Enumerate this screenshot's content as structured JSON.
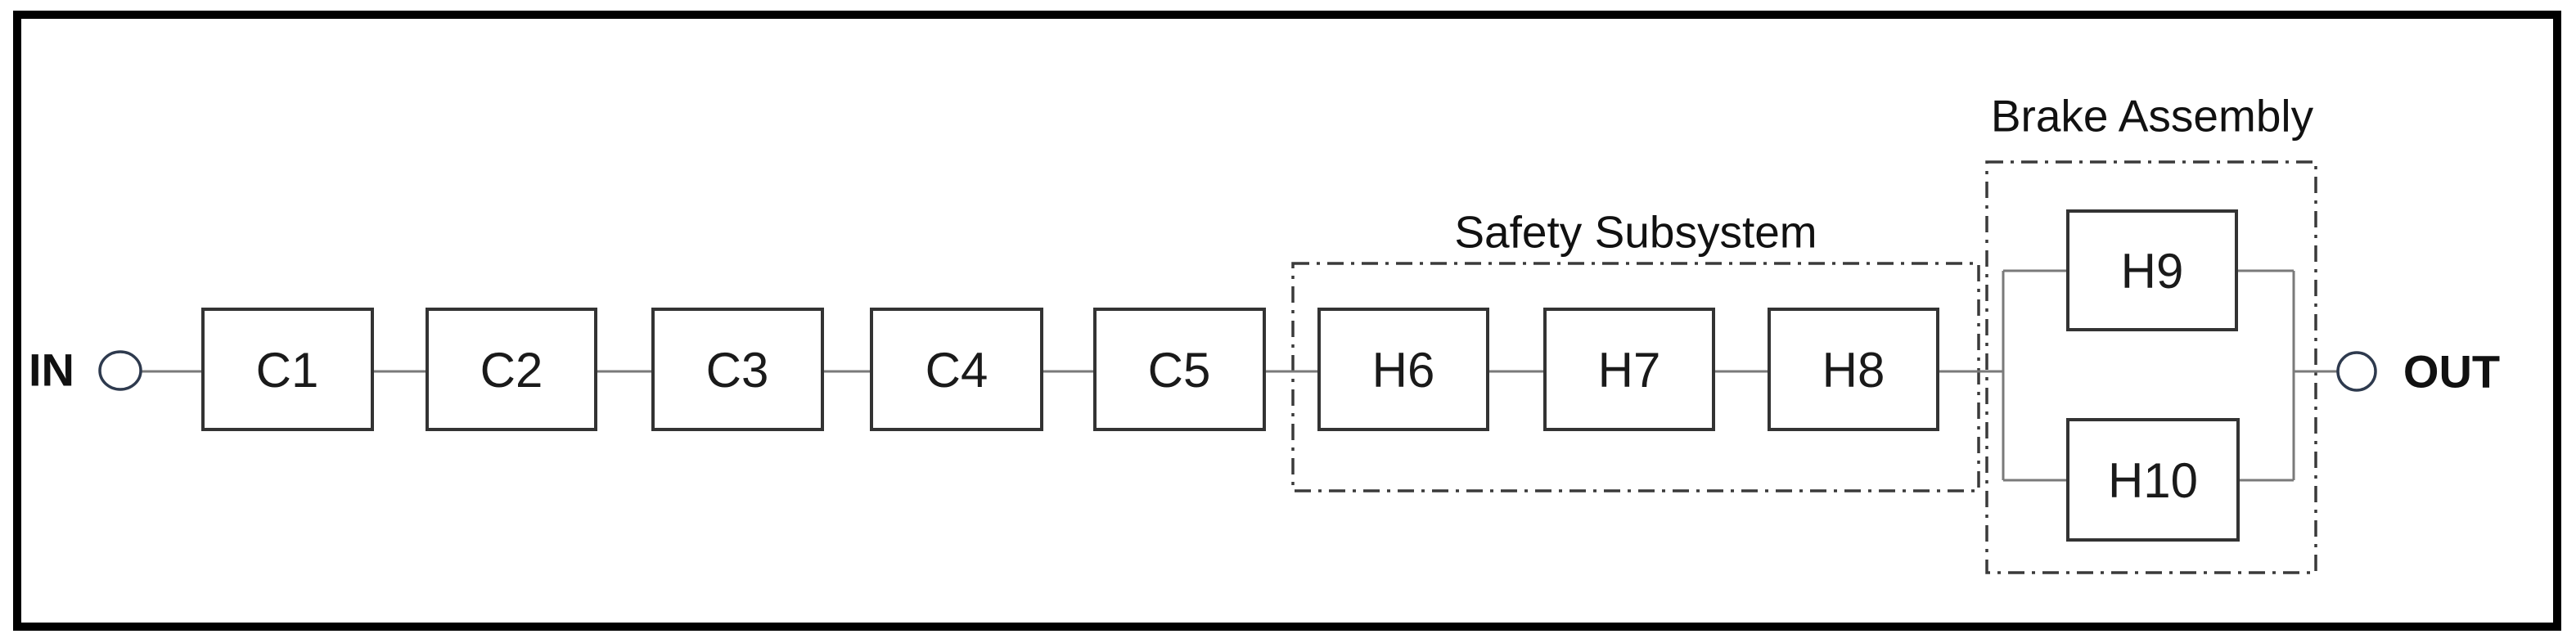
{
  "diagram": {
    "type": "reliability-block-diagram",
    "flow": "IN -> C1 -> C2 -> C3 -> C4 -> C5 -> Safety Subsystem (H6 -> H7 -> H8 in series) -> Brake Assembly (H9 parallel with H10) -> OUT",
    "labels": {
      "in": "IN",
      "out": "OUT",
      "c1": "C1",
      "c2": "C2",
      "c3": "C3",
      "c4": "C4",
      "c5": "C5",
      "h6": "H6",
      "h7": "H7",
      "h8": "H8",
      "h9": "H9",
      "h10": "H10"
    },
    "groups": {
      "safety": {
        "title": "Safety Subsystem",
        "members": [
          "H6",
          "H7",
          "H8"
        ],
        "arrangement": "series"
      },
      "brake": {
        "title": "Brake Assembly",
        "members": [
          "H9",
          "H10"
        ],
        "arrangement": "parallel"
      }
    },
    "colors": {
      "frame": "#000000",
      "block_border": "#333333",
      "group_border": "#3a3a3a",
      "wire": "#7a7a7a",
      "terminal_ring": "#2e3a4e",
      "text": "#111111",
      "background": "#ffffff"
    }
  }
}
